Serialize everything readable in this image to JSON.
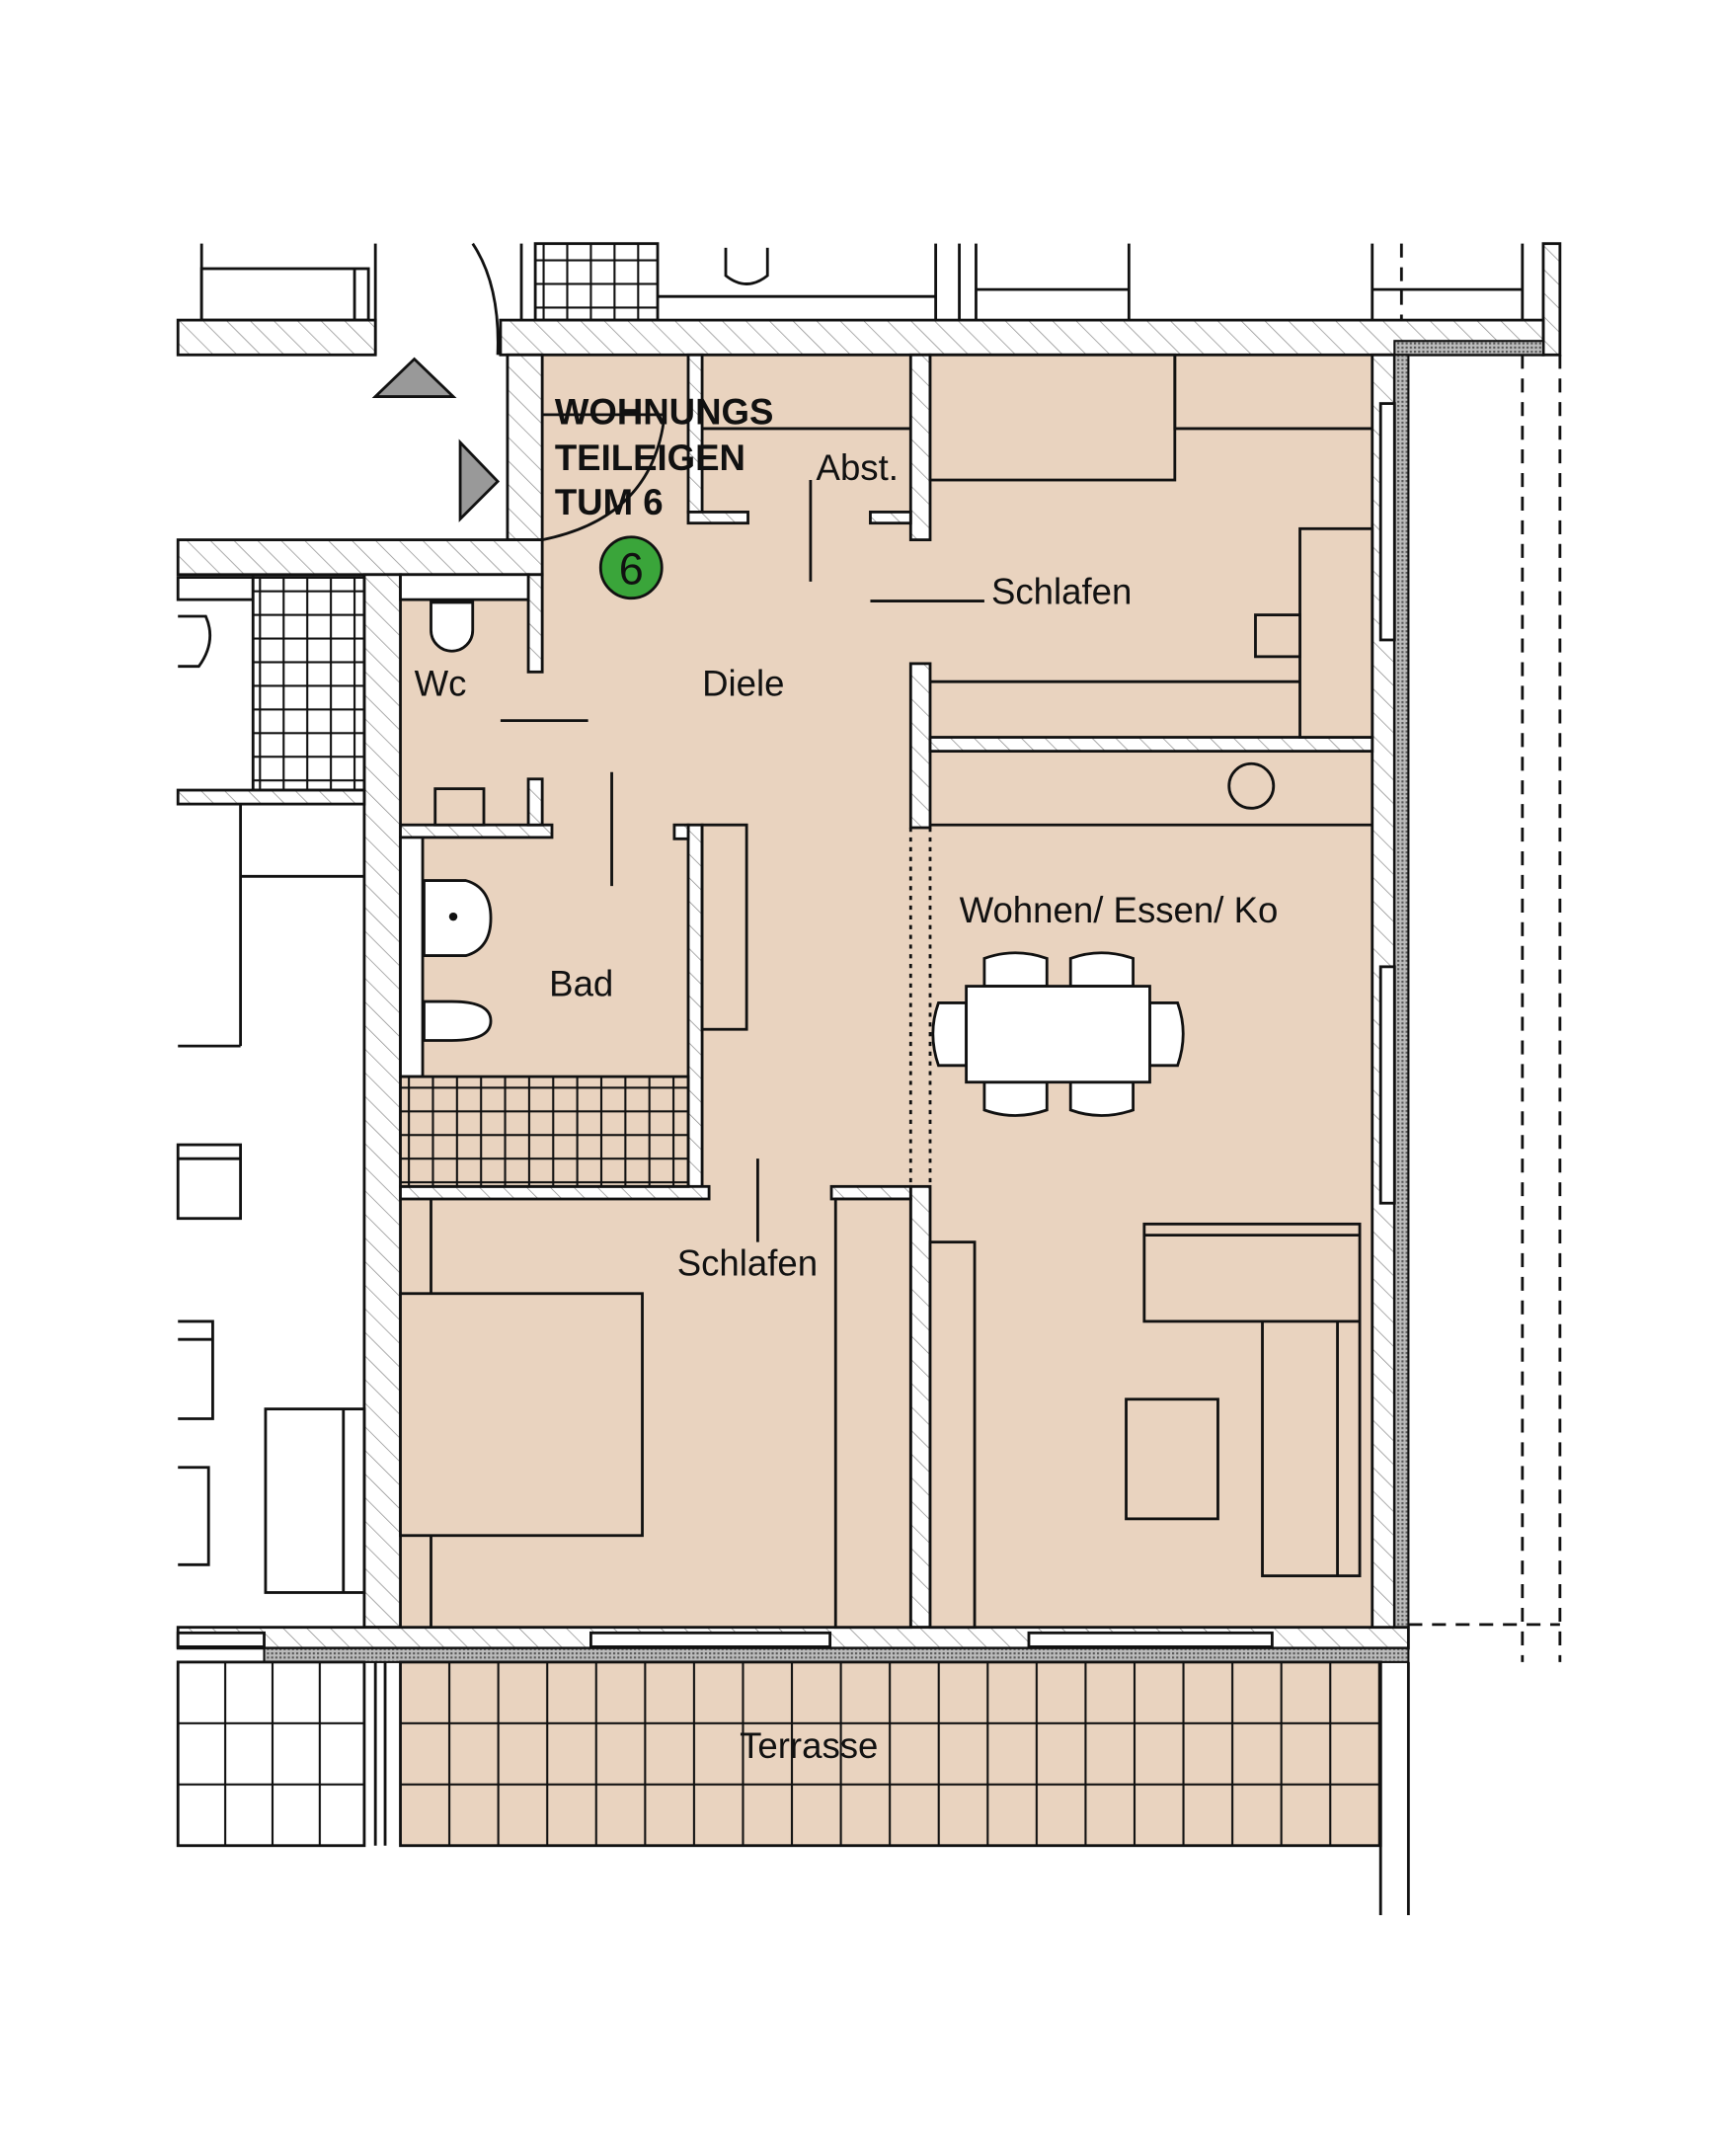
{
  "plan": {
    "unit_title_line1": "WOHNUNGS",
    "unit_title_line2": "TEILEIGEN",
    "unit_title_line3": "TUM 6",
    "unit_number": "6",
    "rooms": {
      "abstellraum": "Abst.",
      "schlafen_1": "Schlafen",
      "wc": "Wc",
      "diele": "Diele",
      "wohnen": "Wohnen/ Essen/ Ko",
      "bad": "Bad",
      "schlafen_2": "Schlafen",
      "terrasse": "Terrasse"
    },
    "colors": {
      "floor": "#e9d3bf",
      "badge": "#3aa53a",
      "line": "#111111"
    }
  }
}
